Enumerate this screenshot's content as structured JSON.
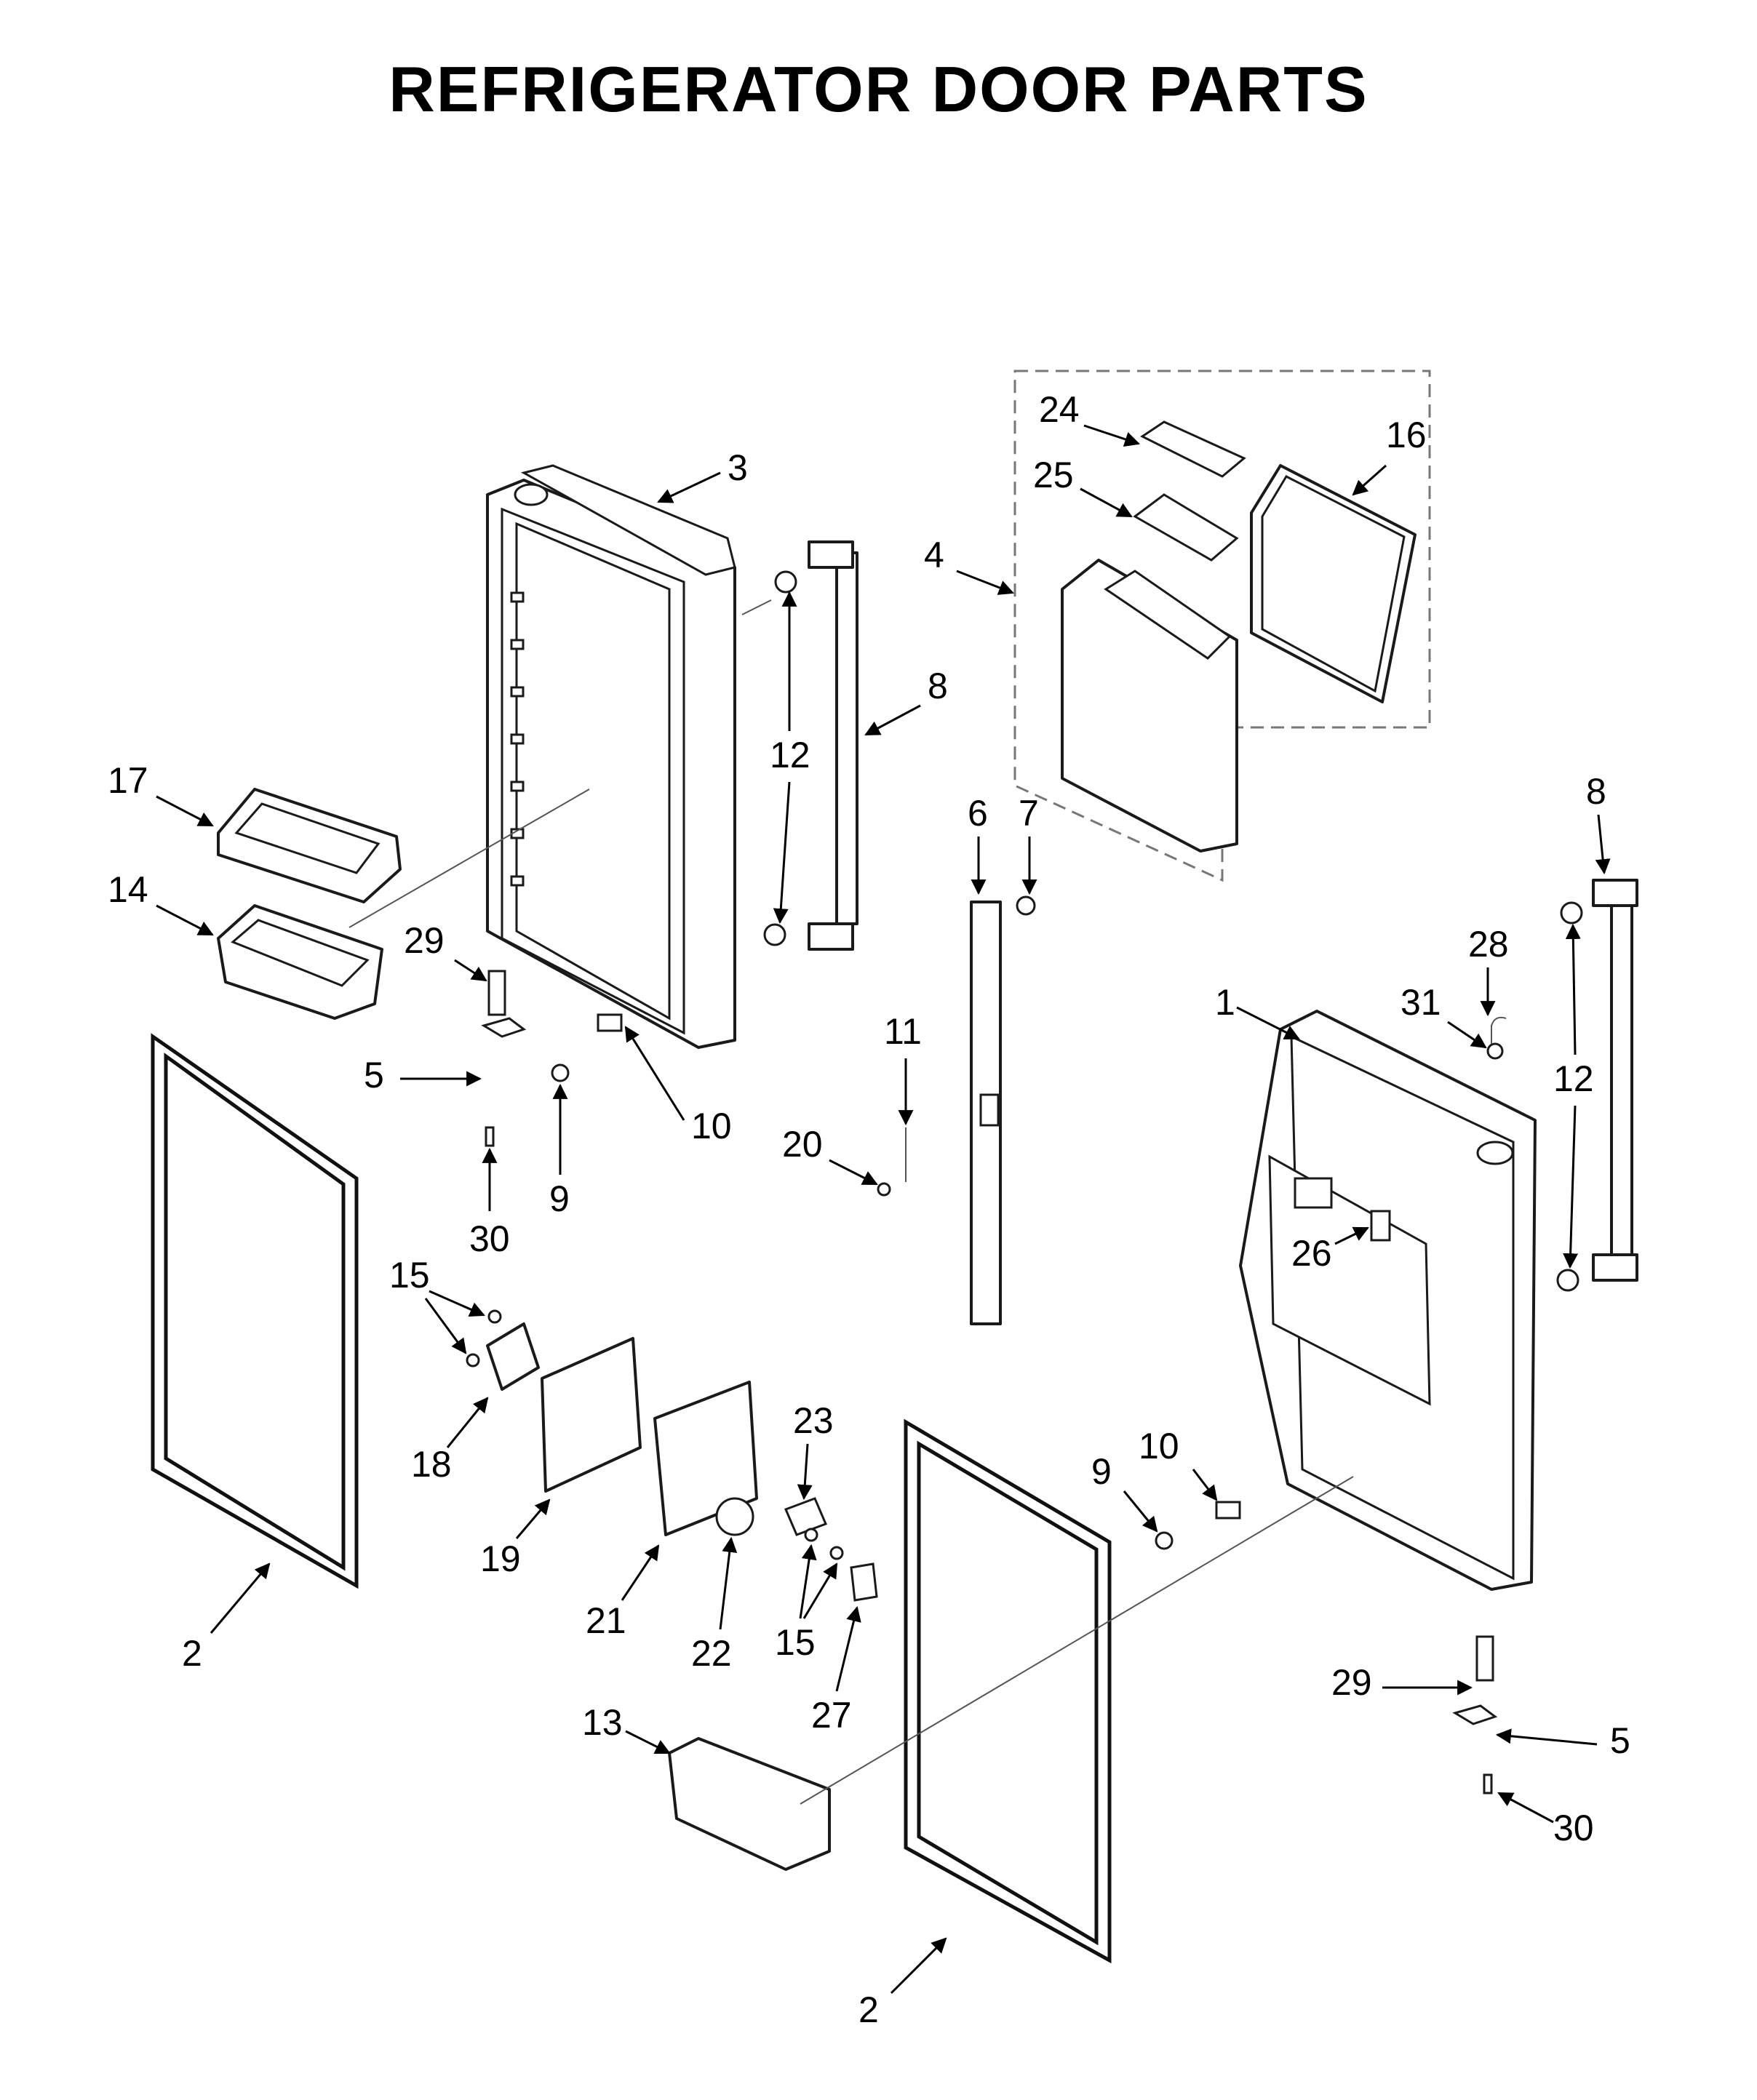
{
  "title": "REFRIGERATOR DOOR PARTS",
  "callouts": {
    "c1": "1",
    "c2a": "2",
    "c2b": "2",
    "c3": "3",
    "c4": "4",
    "c5a": "5",
    "c5b": "5",
    "c6": "6",
    "c7": "7",
    "c8a": "8",
    "c8b": "8",
    "c9a": "9",
    "c9b": "9",
    "c10a": "10",
    "c10b": "10",
    "c11": "11",
    "c12a": "12",
    "c12b": "12",
    "c13": "13",
    "c14": "14",
    "c15a": "15",
    "c15b": "15",
    "c16": "16",
    "c17": "17",
    "c18": "18",
    "c19": "19",
    "c20": "20",
    "c21": "21",
    "c22": "22",
    "c23": "23",
    "c24": "24",
    "c25": "25",
    "c26": "26",
    "c27": "27",
    "c28": "28",
    "c29a": "29",
    "c29b": "29",
    "c30a": "30",
    "c30b": "30",
    "c31": "31"
  }
}
